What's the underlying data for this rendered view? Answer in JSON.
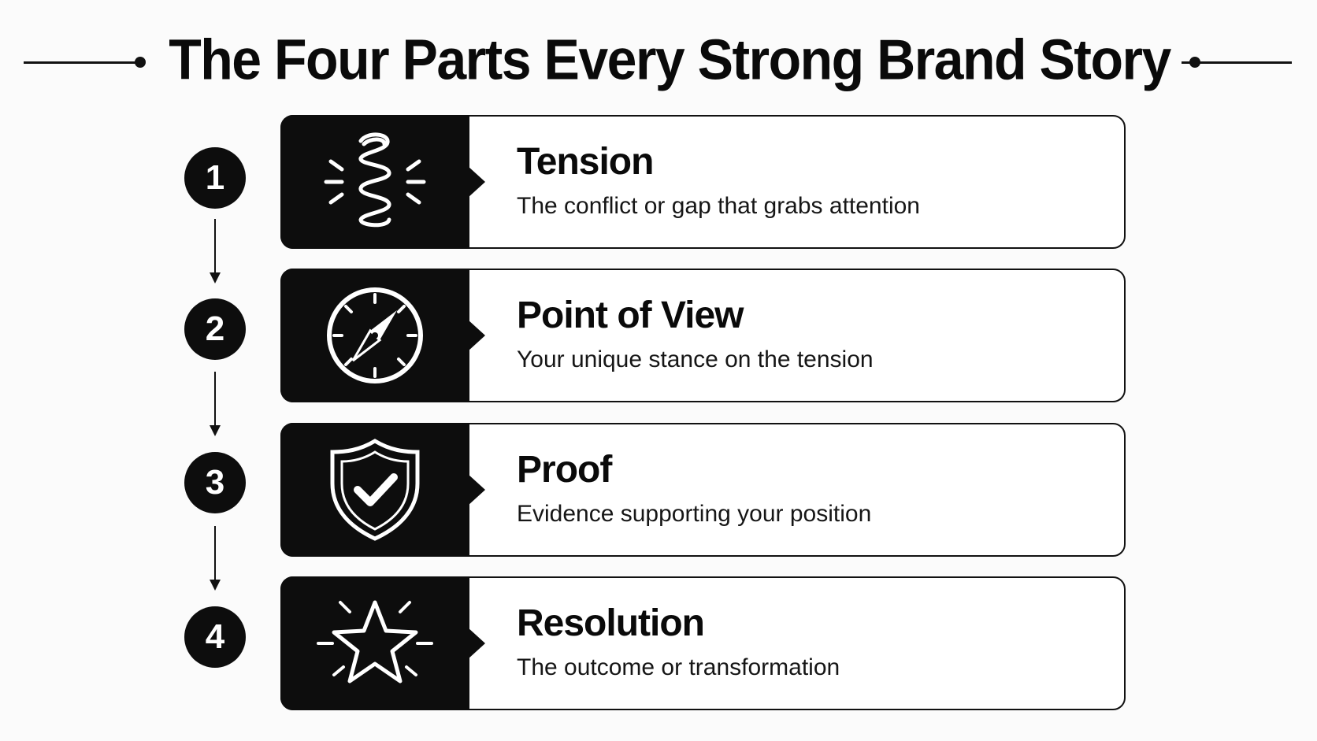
{
  "title": "The Four Parts Every Strong Brand Story Has",
  "steps": [
    {
      "number": "1",
      "title": "Tension",
      "description": "The conflict or gap that grabs attention",
      "icon": "spring-icon"
    },
    {
      "number": "2",
      "title": "Point of View",
      "description": "Your unique stance on the tension",
      "icon": "compass-icon"
    },
    {
      "number": "3",
      "title": "Proof",
      "description": "Evidence supporting your position",
      "icon": "shield-check-icon"
    },
    {
      "number": "4",
      "title": "Resolution",
      "description": "The outcome or transformation",
      "icon": "star-burst-icon"
    }
  ]
}
